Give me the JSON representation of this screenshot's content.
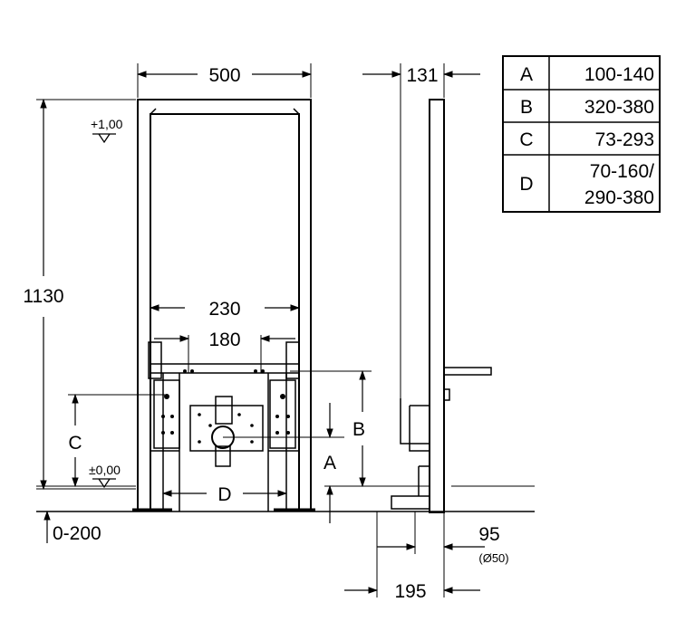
{
  "dimensions": {
    "width_500": "500",
    "depth_131": "131",
    "height_1130": "1130",
    "spacing_230": "230",
    "spacing_180": "180",
    "floor_adjust": "0-200",
    "offset_95": "95",
    "diameter_50": "(Ø50)",
    "depth_195": "195"
  },
  "levels": {
    "top": "+1,00",
    "floor": "±0,00"
  },
  "labels": {
    "A": "A",
    "B": "B",
    "C": "C",
    "D": "D"
  },
  "table": {
    "rows": [
      {
        "key": "A",
        "value": "100-140"
      },
      {
        "key": "B",
        "value": "320-380"
      },
      {
        "key": "C",
        "value": "73-293"
      },
      {
        "key": "D",
        "value_line1": "70-160/",
        "value_line2": "290-380"
      }
    ]
  }
}
